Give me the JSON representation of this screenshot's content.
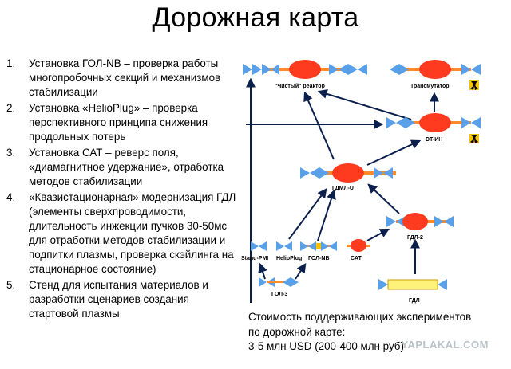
{
  "title": "Дорожная карта",
  "items": [
    {
      "num": "1.",
      "text": "Установка ГОЛ-NB – проверка работы многопробочных секций и механизмов стабилизации"
    },
    {
      "num": "2.",
      "text": "Установка «HelioPlug» – проверка перспективного принципа снижения продольных потерь"
    },
    {
      "num": "3.",
      "text": "Установка САТ – реверс поля, «диамагнитное удержание», отработка методов стабилизации"
    },
    {
      "num": "4.",
      "text": "«Квазистационарная» модернизация ГДЛ (элементы сверхпроводимости, длительность инжекции пучков 30-50мс для отработки методов стабилизации и подпитки плазмы, проверка скэйлинга на стационарное состояние)"
    },
    {
      "num": "5.",
      "text": "Стенд для испытания материалов и разработки сценариев создания стартовой плазмы"
    }
  ],
  "diagram": {
    "labels": {
      "clean_reactor": "\"Чистый\" реактор",
      "transmutator": "Трансмутатор",
      "dt_in": "DT-ИН",
      "gdml_u": "ГДМЛ-U",
      "gdl2": "ГДЛ-2",
      "stand_pmi": "Stand-PMI",
      "helioplug": "HelioPlug",
      "gol_nb": "ГОЛ-NB",
      "sat": "САТ",
      "gol3": "ГОЛ-3",
      "gdl": "ГДЛ"
    },
    "colors": {
      "ellipse": "#ff3b1f",
      "triangle": "#5aa0e8",
      "tube": "#ff8a2a",
      "arrow": "#0b1f4d",
      "radiation": "#f5c400",
      "gdl_bar": "#fff27a"
    },
    "icons": [
      "radiation-icon",
      "radiation-icon"
    ]
  },
  "cost": {
    "line1": "Стоимость поддерживающих экспериментов",
    "line2": "по дорожной карте:",
    "line3": "3-5 млн USD (200-400 млн руб)"
  },
  "watermark": "YAPLAKAL.COM"
}
